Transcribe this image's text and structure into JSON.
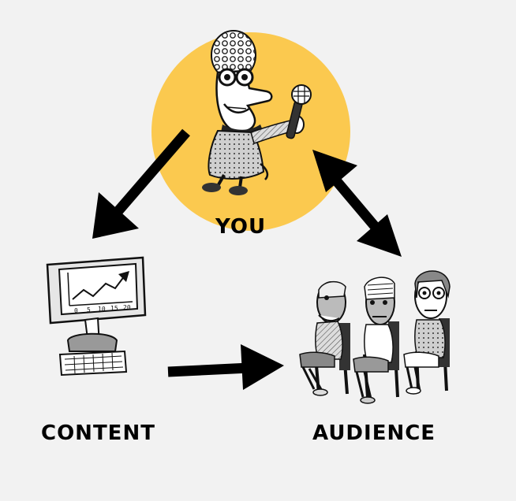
{
  "nodes": {
    "you": {
      "label": "YOU",
      "circle_color": "#fbc94f"
    },
    "content": {
      "label": "CONTENT",
      "monitor_ticks": [
        "0",
        "5",
        "10",
        "15",
        "20"
      ]
    },
    "audience": {
      "label": "AUDIENCE"
    }
  },
  "edges": [
    {
      "from": "you",
      "to": "content",
      "direction": "one-way"
    },
    {
      "from": "content",
      "to": "audience",
      "direction": "one-way"
    },
    {
      "from": "you",
      "to": "audience",
      "direction": "two-way"
    }
  ],
  "colors": {
    "background": "#f2f2f2",
    "arrow": "#000000",
    "accent": "#fbc94f"
  },
  "icons": [
    "presenter-with-microphone-illustration",
    "computer-monitor-chart-illustration",
    "seated-audience-illustration"
  ]
}
